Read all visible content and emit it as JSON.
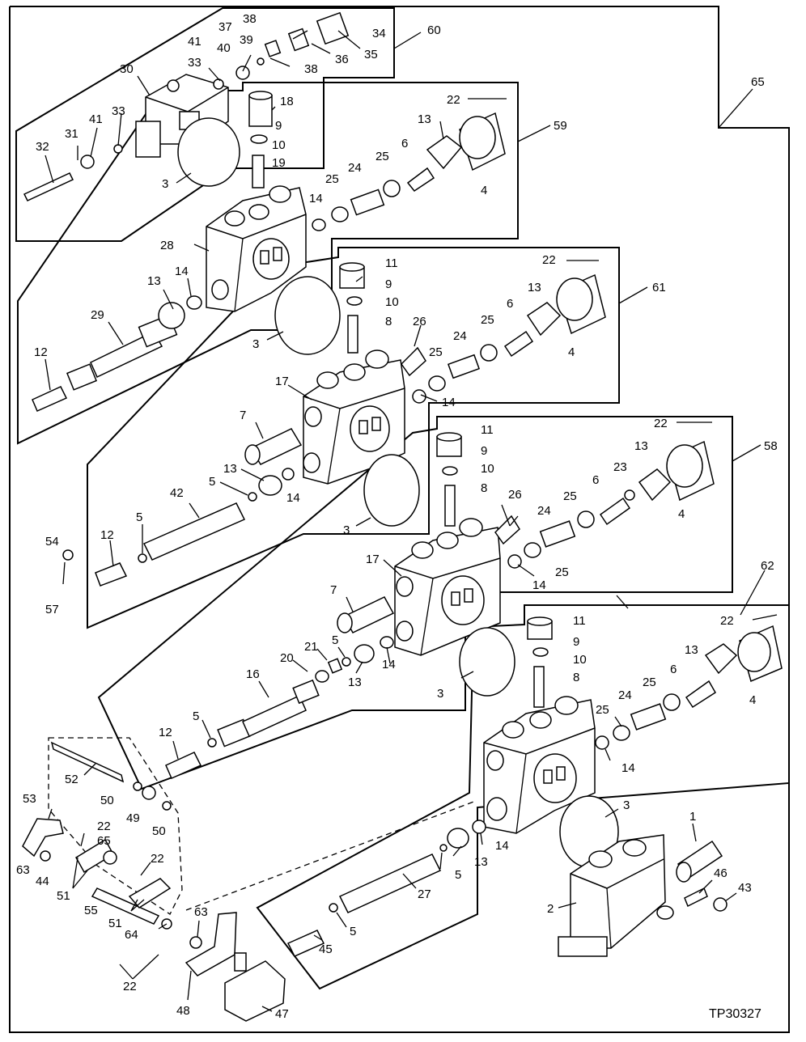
{
  "diagram": {
    "id_code": "TP30327",
    "callouts": {
      "c60": "60",
      "c65a": "65",
      "c59": "59",
      "c61": "61",
      "c58": "58",
      "c62": "62",
      "c38a": "38",
      "c37": "37",
      "c39": "39",
      "c34": "34",
      "c41a": "41",
      "c40": "40",
      "c36": "36",
      "c35": "35",
      "c30": "30",
      "c33a": "33",
      "c38b": "38",
      "c31": "31",
      "c41b": "41",
      "c33b": "33",
      "c32": "32",
      "c3a": "3",
      "c18": "18",
      "c9a": "9",
      "c10a": "10",
      "c19": "19",
      "c22a": "22",
      "c13a": "13",
      "c25a": "25",
      "c24a": "24",
      "c25b": "25",
      "c6a": "6",
      "c4a": "4",
      "c14a": "14",
      "c28": "28",
      "c13b": "13",
      "c14b": "14",
      "c29": "29",
      "c12a": "12",
      "c3b": "3",
      "c11a": "11",
      "c9b": "9",
      "c10b": "10",
      "c8a": "8",
      "c22b": "22",
      "c13c": "13",
      "c25c": "25",
      "c6b": "6",
      "c26a": "26",
      "c24b": "24",
      "c25d": "25",
      "c4b": "4",
      "c17a": "17",
      "c14c": "14",
      "c7a": "7",
      "c11b": "11",
      "c9c": "9",
      "c10c": "10",
      "c8b": "8",
      "c22c": "22",
      "c13d": "13",
      "c23": "23",
      "c6c": "6",
      "c25e": "25",
      "c26b": "26",
      "c24c": "24",
      "c4c": "4",
      "c13e": "13",
      "c5a": "5",
      "c14d": "14",
      "c42": "42",
      "c5b": "5",
      "c12b": "12",
      "c3c": "3",
      "c17b": "17",
      "c14e": "14",
      "c25f": "25",
      "c7b": "7",
      "c54": "54",
      "c57": "57",
      "c11c": "11",
      "c9d": "9",
      "c10d": "10",
      "c8c": "8",
      "c22d": "22",
      "c13f": "13",
      "c25g": "25",
      "c6d": "6",
      "c24d": "24",
      "c25h": "25",
      "c4d": "4",
      "c14f": "14",
      "c20": "20",
      "c21": "21",
      "c5c": "5",
      "c13g": "13",
      "c14g": "14",
      "c16": "16",
      "c3d": "3",
      "c5d": "5",
      "c12c": "12",
      "c52": "52",
      "c50a": "50",
      "c49": "49",
      "c50b": "50",
      "c53": "53",
      "c22e": "22",
      "c65b": "65",
      "c22f": "22",
      "c63a": "63",
      "c44": "44",
      "c51a": "51",
      "c55": "55",
      "c51b": "51",
      "c64": "64",
      "c63b": "63",
      "c22g": "22",
      "c48": "48",
      "c47": "47",
      "c3e": "3",
      "c1": "1",
      "c46": "46",
      "c43": "43",
      "c2": "2",
      "c13h": "13",
      "c14h": "14",
      "c5e": "5",
      "c27": "27",
      "c5f": "5",
      "c45": "45"
    }
  }
}
